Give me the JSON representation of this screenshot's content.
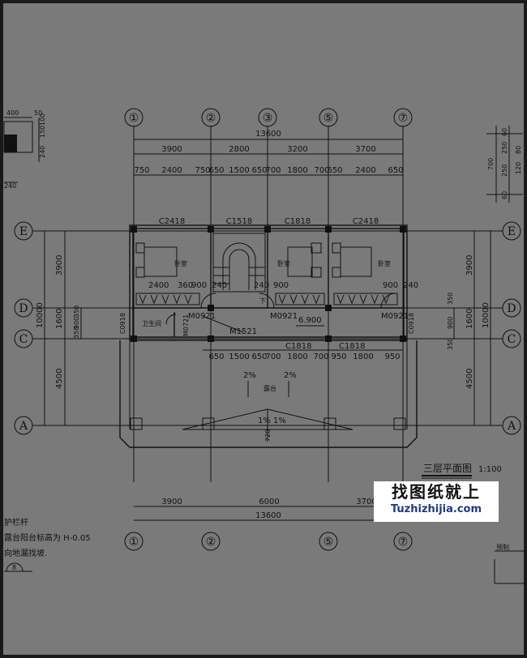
{
  "plan": {
    "title": "三层平面图",
    "scale": "1:100",
    "elevation": "6.900",
    "axes_top": [
      "①",
      "②",
      "③",
      "⑤",
      "⑦"
    ],
    "axes_bottom": [
      "①",
      "②",
      "⑤",
      "⑦"
    ],
    "axes_side": [
      "E",
      "D",
      "C",
      "A"
    ],
    "total_width": "13600",
    "top_dims_1": [
      "3900",
      "2800",
      "3200",
      "3700"
    ],
    "top_dims_2": [
      "750",
      "2400",
      "750",
      "650",
      "1500",
      "650",
      "700",
      "1800",
      "700",
      "650",
      "2400",
      "650"
    ],
    "windows_top": [
      "C2418",
      "C1518",
      "C1818",
      "C2418"
    ],
    "side_dims_left": [
      "3900",
      "1600",
      "4500"
    ],
    "side_total": "10000",
    "side_small_left": [
      "350",
      "900",
      "350"
    ],
    "side_dims_right": [
      "3900",
      "1600",
      "4500"
    ],
    "side_small_right": [
      "350",
      "900",
      "350"
    ],
    "rooms": [
      "卧室",
      "卧室",
      "卧室",
      "卫生间",
      "露台"
    ],
    "inner_dims": [
      "2400",
      "360",
      "900",
      "240",
      "240",
      "900",
      "900",
      "240"
    ],
    "doors": [
      "M0921",
      "M0921",
      "M0921",
      "M0721",
      "M1521"
    ],
    "lower_dims": [
      "650",
      "1500",
      "650",
      "700",
      "1800",
      "700",
      "950",
      "1800",
      "950"
    ],
    "lower_windows": [
      "C1818",
      "C1818"
    ],
    "door_side": "C0918",
    "slopes": [
      "2%",
      "2%",
      "1%",
      "1%"
    ],
    "bottom_dim": "720",
    "bottom_dims": [
      "3900",
      "6000",
      "3700"
    ],
    "stair_label": "下",
    "left_block_dims": [
      "400",
      "50",
      "100",
      "150",
      "240",
      "240"
    ],
    "right_block_dims": [
      "60",
      "250",
      "250",
      "80",
      "120",
      "700",
      "60"
    ],
    "notes": [
      "护栏杆",
      "露台阳台标高为 H-0.05",
      "向地漏找坡."
    ],
    "right_note": "预制",
    "circle_note": "8"
  },
  "watermark": {
    "cn": "找图纸就上",
    "en": "Tuzhizhijia.com"
  }
}
